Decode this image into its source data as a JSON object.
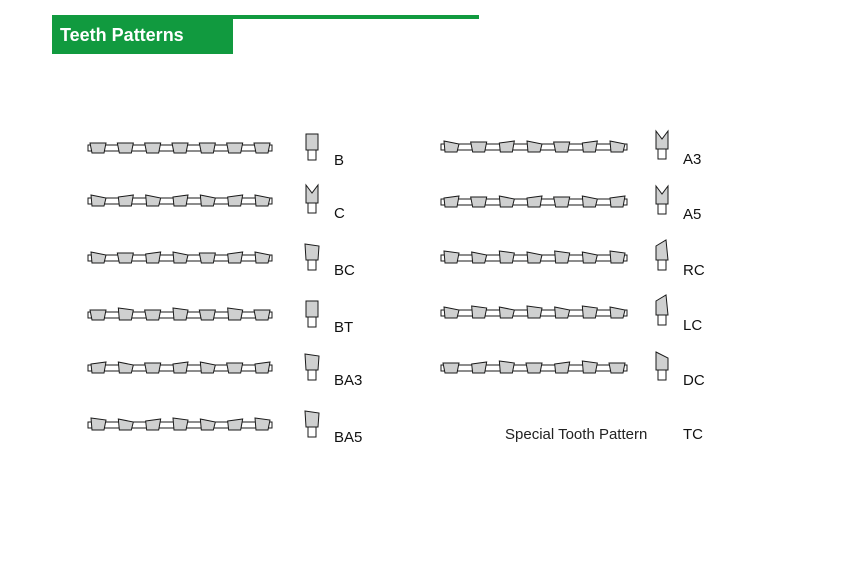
{
  "header": {
    "title": "Teeth Patterns"
  },
  "colors": {
    "accent": "#119a3f",
    "tooth_fill": "#cfd0d0",
    "stroke": "#1a1a1a"
  },
  "left_column": [
    "B",
    "C",
    "BC",
    "BT",
    "BA3",
    "BA5"
  ],
  "right_column": [
    "A3",
    "A5",
    "RC",
    "LC",
    "DC",
    "TC"
  ],
  "special_label": "Special Tooth Pattern"
}
